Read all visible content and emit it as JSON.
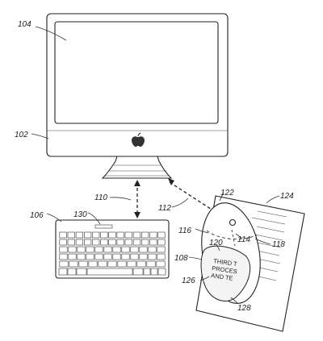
{
  "labels": {
    "l104": "104",
    "l102": "102",
    "l106": "106",
    "l130": "130",
    "l110": "110",
    "l112": "112",
    "l122": "122",
    "l124": "124",
    "l116": "116",
    "l120": "120",
    "l114": "114",
    "l118": "118",
    "l108": "108",
    "l126": "126",
    "l128": "128"
  },
  "screen_text": {
    "line1": "THIRD T",
    "line2": "PROCES",
    "line3": "AND TE"
  }
}
